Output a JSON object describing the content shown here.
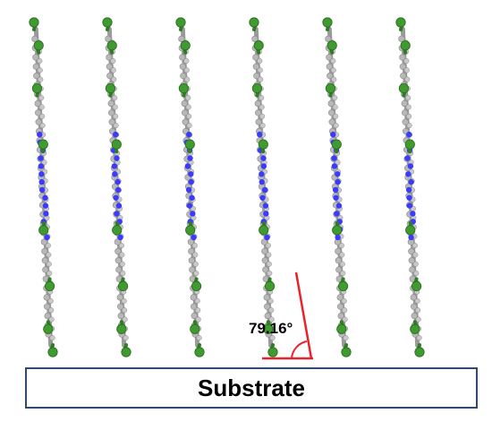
{
  "diagram": {
    "molecule_count": 6,
    "angle_label": "79.16°",
    "substrate_label": "Substrate"
  },
  "colors": {
    "chlorine": "#3f9a2f",
    "chlorine_bond": "#2f7d24",
    "carbon": "#b8b8b8",
    "nitrogen": "#3b3bff",
    "annotation": "#e8232a",
    "substrate_border": "#2f4a6e"
  }
}
